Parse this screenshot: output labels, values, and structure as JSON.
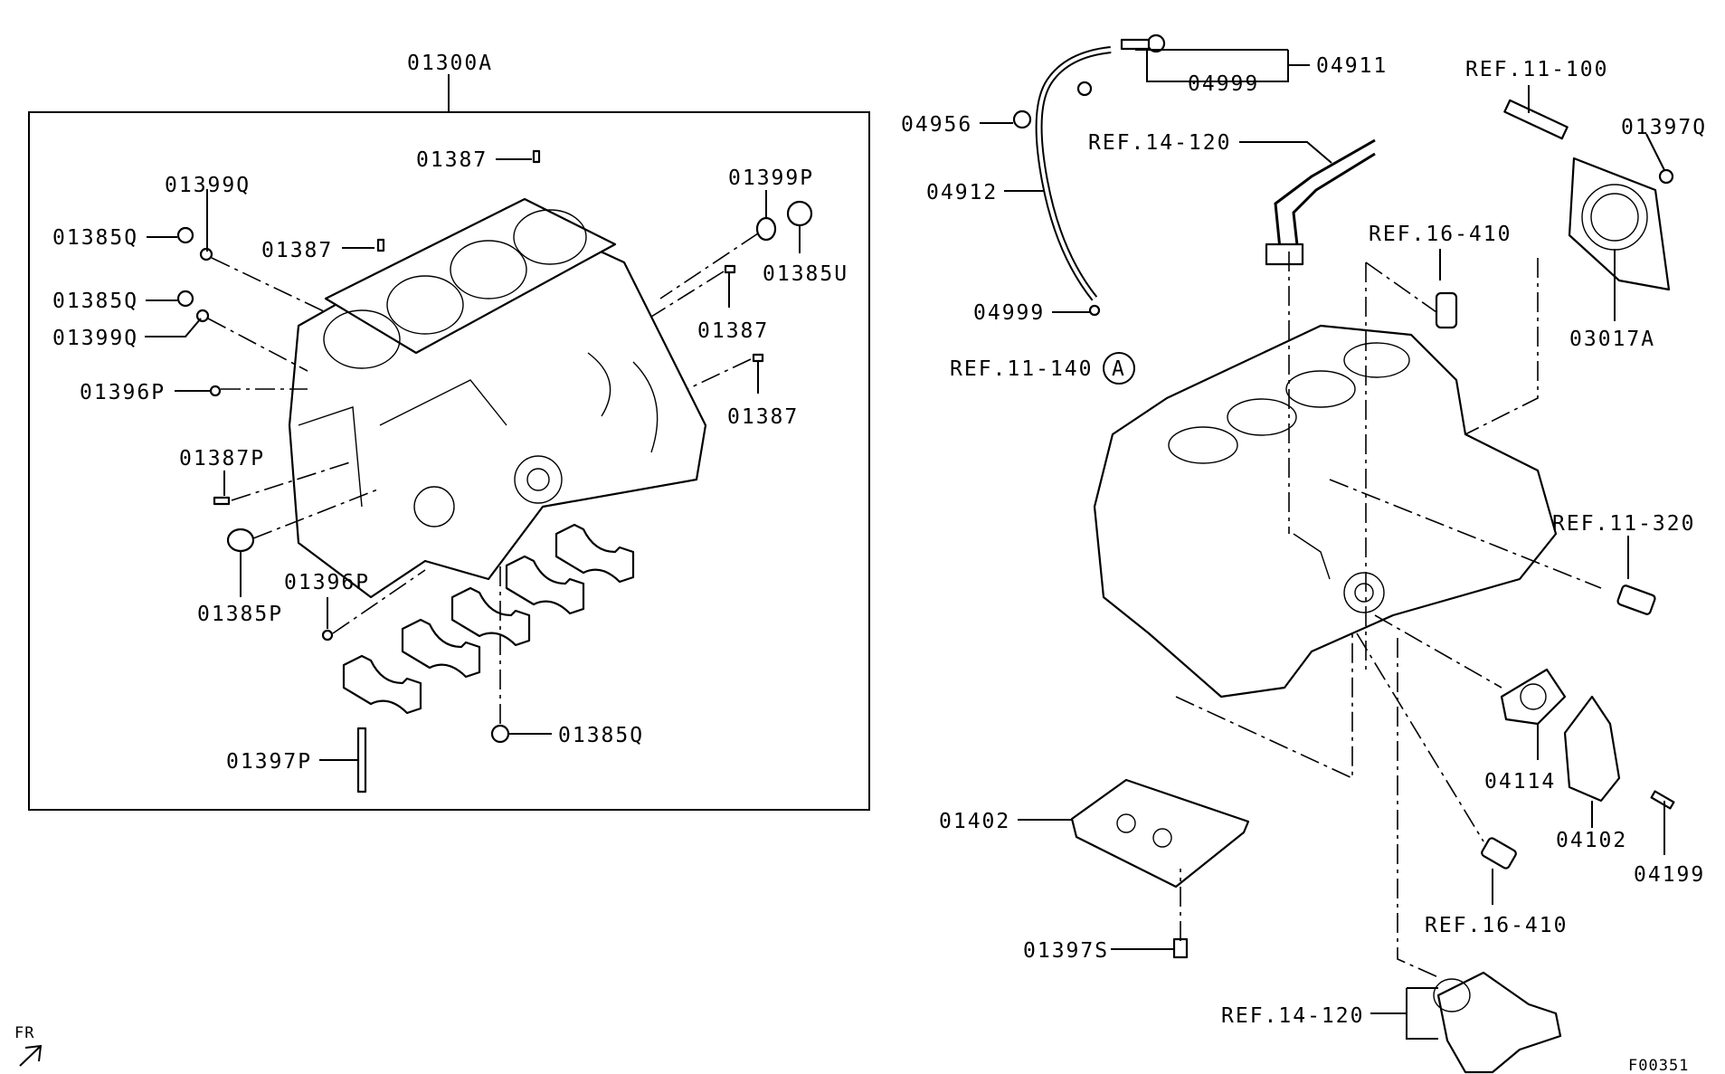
{
  "labels": {
    "l01300A": "01300A",
    "l01387a": "01387",
    "l01399Qa": "01399Q",
    "l01385Qa": "01385Q",
    "l01387b": "01387",
    "l01385Qb": "01385Q",
    "l01399Qb": "01399Q",
    "l01396Pa": "01396P",
    "l01387P": "01387P",
    "l01385P": "01385P",
    "l01396Pb": "01396P",
    "l01397P": "01397P",
    "l01385Qc": "01385Q",
    "l01399P": "01399P",
    "l01385U": "01385U",
    "l01387c": "01387",
    "l01387d": "01387",
    "l04911": "04911",
    "l04999a": "04999",
    "l04956": "04956",
    "l04912": "04912",
    "l04999b": "04999",
    "lRef11140": "REF.11-140",
    "lCircleA": "A",
    "lRef14120a": "REF.14-120",
    "lRef16410a": "REF.16-410",
    "lRef11100": "REF.11-100",
    "l01397Q": "01397Q",
    "l03017A": "03017A",
    "lRef11320": "REF.11-320",
    "l04114": "04114",
    "l04102": "04102",
    "l04199": "04199",
    "l01402": "01402",
    "lRef16410b": "REF.16-410",
    "l01397S": "01397S",
    "lRef14120b": "REF.14-120",
    "lFR": "FR",
    "lFig": "F00351"
  }
}
